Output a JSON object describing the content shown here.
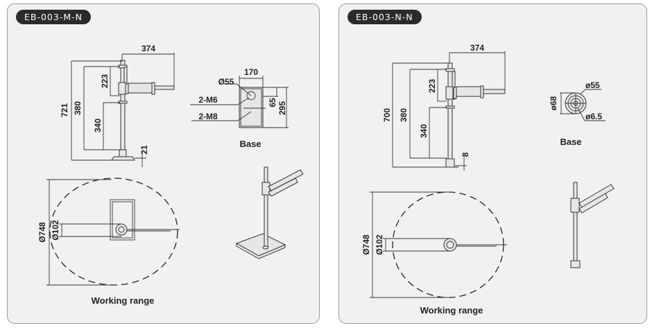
{
  "panels": [
    {
      "model": "EB-003-M-N",
      "dims": {
        "reach": "374",
        "total_height": "721",
        "travel": "380",
        "upper": "223",
        "lower": "340",
        "base_thickness": "21"
      },
      "base": {
        "width": "170",
        "hole": "Ø55",
        "m6": "2-M6",
        "m8": "2-M8",
        "hole_offset": "65",
        "length": "295",
        "label": "Base"
      },
      "range": {
        "outer": "Ø748",
        "inner": "Ø102",
        "label": "Working range"
      }
    },
    {
      "model": "EB-003-N-N",
      "dims": {
        "reach": "374",
        "total_height": "700",
        "travel": "380",
        "upper": "223",
        "lower": "340",
        "base_thickness": "8"
      },
      "base": {
        "outer": "ø55",
        "diameter": "ø68",
        "hole": "ø6.5",
        "label": "Base"
      },
      "range": {
        "outer": "Ø748",
        "inner": "Ø102",
        "label": "Working range"
      }
    }
  ]
}
